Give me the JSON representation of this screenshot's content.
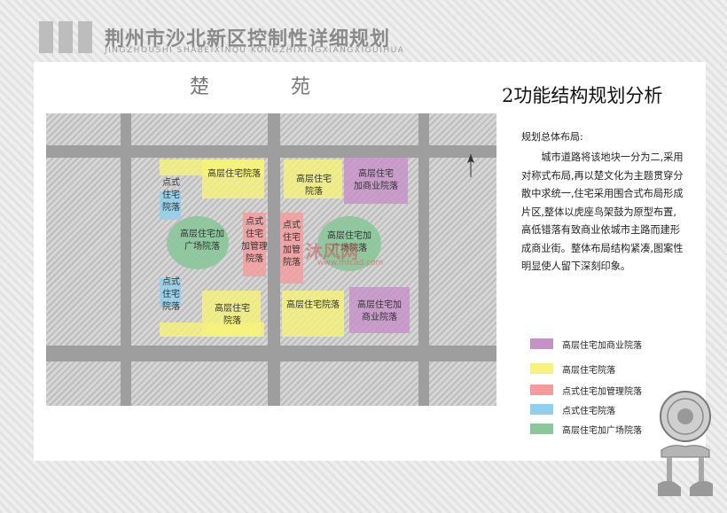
{
  "header": {
    "title": "荆州市沙北新区控制性详细规划",
    "pinyin": "JINGZHOUSHI SHABEIXINQU KONGZHIXINGXIANGXIGUIHUA"
  },
  "top_labels": {
    "left": "楚",
    "right": "苑"
  },
  "section_title": "2功能结构规划分析",
  "description": {
    "heading": "规划总体布局:",
    "body": "城市道路将该地块一分为二,采用对称式布局,再以楚文化为主题贯穿分散中求统一,住宅采用围合式布局形成片区,整体以虎座鸟架鼓为原型布置,高低错落有致商业依城市主路而建形成商业街。整体布局结构紧凑,图案性明显使人留下深刻印象。"
  },
  "legend": [
    {
      "label": "高层住宅加商业院落",
      "color": "#c690c8"
    },
    {
      "label": "高层住宅院落",
      "color": "#f6f27a"
    },
    {
      "label": "点式住宅加管理院落",
      "color": "#f49a9a"
    },
    {
      "label": "点式住宅院落",
      "color": "#8fd0ee"
    },
    {
      "label": "高层住宅加广场院落",
      "color": "#8ac79a"
    }
  ],
  "map_zones": [
    {
      "label": "高层住宅院落",
      "color": "#f6f27a"
    },
    {
      "label": "点式住宅院落",
      "color": "#8fd0ee"
    },
    {
      "label": "高层住宅加广场院落",
      "color": "#8ac79a"
    },
    {
      "label": "点式住宅加管理院落",
      "color": "#f49a9a"
    },
    {
      "label": "点式住宅加管理院落",
      "color": "#f49a9a"
    },
    {
      "label": "高层住宅院落",
      "color": "#f6f27a"
    },
    {
      "label": "高层住宅加商业院落",
      "color": "#c690c8"
    },
    {
      "label": "高层住宅加广场院落",
      "color": "#8ac79a"
    },
    {
      "label": "点式住宅院落",
      "color": "#8fd0ee"
    },
    {
      "label": "高层住宅院落",
      "color": "#f6f27a"
    },
    {
      "label": "高层住宅院落",
      "color": "#f6f27a"
    },
    {
      "label": "高层住宅加商业院落",
      "color": "#c690c8"
    }
  ],
  "watermark": {
    "main": "沐风网",
    "url": "www.mfcad.com"
  }
}
